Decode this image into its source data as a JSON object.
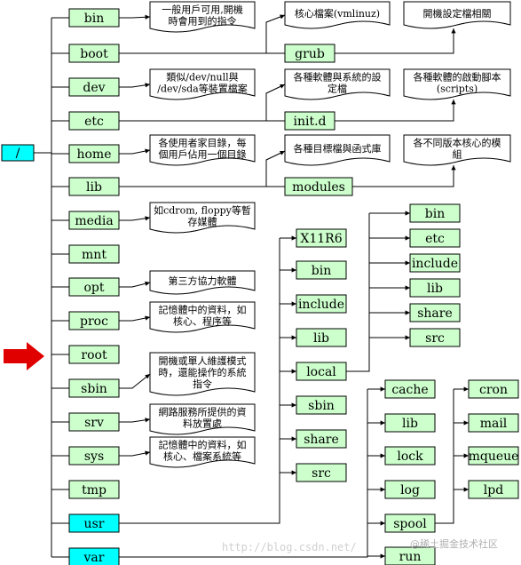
{
  "colors": {
    "box_green": "#ccffcc",
    "box_cyan": "#00ffff",
    "arrow_red": "#e00000",
    "line": "#000000",
    "note_fill": "#ffffff"
  },
  "root": {
    "label": "/"
  },
  "top_dirs": [
    {
      "id": "bin",
      "label": "bin"
    },
    {
      "id": "boot",
      "label": "boot"
    },
    {
      "id": "dev",
      "label": "dev"
    },
    {
      "id": "etc",
      "label": "etc"
    },
    {
      "id": "home",
      "label": "home"
    },
    {
      "id": "lib",
      "label": "lib"
    },
    {
      "id": "media",
      "label": "media"
    },
    {
      "id": "mnt",
      "label": "mnt"
    },
    {
      "id": "opt",
      "label": "opt"
    },
    {
      "id": "proc",
      "label": "proc"
    },
    {
      "id": "root",
      "label": "root",
      "marker": "red-arrow"
    },
    {
      "id": "sbin",
      "label": "sbin"
    },
    {
      "id": "srv",
      "label": "srv"
    },
    {
      "id": "sys",
      "label": "sys"
    },
    {
      "id": "tmp",
      "label": "tmp"
    },
    {
      "id": "usr",
      "label": "usr",
      "highlight": true
    },
    {
      "id": "var",
      "label": "var",
      "highlight": true
    }
  ],
  "notes": [
    {
      "for": "bin",
      "lines": [
        "一般用戶可用,開機",
        "時會用到的指令"
      ]
    },
    {
      "for": "dev",
      "lines": [
        "類似/dev/null與",
        "/dev/sda等裝置檔案"
      ]
    },
    {
      "for": "home",
      "lines": [
        "各使用者家目錄，每",
        "個用戶佔用一個目錄"
      ]
    },
    {
      "for": "media",
      "lines": [
        "如cdrom, floppy等暫",
        "存媒體"
      ]
    },
    {
      "for": "opt",
      "lines": [
        "第三方協力軟體"
      ]
    },
    {
      "for": "proc",
      "lines": [
        "記憶體中的資料，如",
        "核心、程序等"
      ]
    },
    {
      "for": "sbin",
      "lines": [
        "開機或單人維護模式",
        "時，還能操作的系統",
        "指令"
      ]
    },
    {
      "for": "srv",
      "lines": [
        "網路服務所提供的資",
        "料放置處"
      ]
    },
    {
      "for": "sys",
      "lines": [
        "記憶體中的資料，如",
        "核心、檔案系統等"
      ]
    }
  ],
  "boot_branch": {
    "note": {
      "lines": [
        "核心檔案(vmlinuz)"
      ]
    },
    "grub": {
      "label": "grub",
      "note": {
        "lines": [
          "開機設定檔相關"
        ]
      }
    }
  },
  "etc_branch": {
    "note": {
      "lines": [
        "各種軟體與系統的設",
        "定檔"
      ]
    },
    "initd": {
      "label": "init.d",
      "note": {
        "lines": [
          "各種軟體的啟動腳本",
          "(scripts)"
        ]
      }
    }
  },
  "lib_branch": {
    "note": {
      "lines": [
        "各種目標檔與函式庫"
      ]
    },
    "modules": {
      "label": "modules",
      "note": {
        "lines": [
          "各不同版本核心的模",
          "組"
        ]
      }
    }
  },
  "usr_children": [
    {
      "id": "X11R6",
      "label": "X11R6"
    },
    {
      "id": "bin",
      "label": "bin"
    },
    {
      "id": "include",
      "label": "include"
    },
    {
      "id": "lib",
      "label": "lib"
    },
    {
      "id": "local",
      "label": "local"
    },
    {
      "id": "sbin",
      "label": "sbin"
    },
    {
      "id": "share",
      "label": "share"
    },
    {
      "id": "src",
      "label": "src"
    }
  ],
  "local_children": [
    {
      "id": "bin",
      "label": "bin"
    },
    {
      "id": "etc",
      "label": "etc"
    },
    {
      "id": "include",
      "label": "include"
    },
    {
      "id": "lib",
      "label": "lib"
    },
    {
      "id": "share",
      "label": "share"
    },
    {
      "id": "src",
      "label": "src"
    }
  ],
  "var_children": [
    {
      "id": "cache",
      "label": "cache"
    },
    {
      "id": "lib",
      "label": "lib"
    },
    {
      "id": "lock",
      "label": "lock"
    },
    {
      "id": "log",
      "label": "log"
    },
    {
      "id": "spool",
      "label": "spool"
    },
    {
      "id": "run",
      "label": "run"
    }
  ],
  "spool_children": [
    {
      "id": "cron",
      "label": "cron"
    },
    {
      "id": "mail",
      "label": "mail"
    },
    {
      "id": "mqueue",
      "label": "mqueue"
    },
    {
      "id": "lpd",
      "label": "lpd"
    }
  ],
  "watermark": {
    "url": "http://blog.csdn.net/",
    "logo": "@稀土掘金技术社区"
  }
}
